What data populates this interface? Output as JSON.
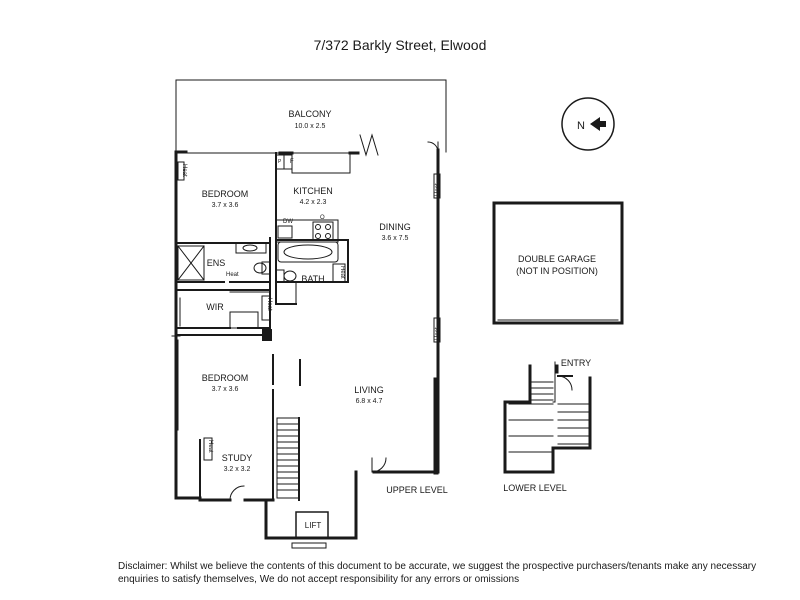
{
  "title": "7/372 Barkly Street, Elwood",
  "rooms": {
    "balcony": {
      "name": "BALCONY",
      "size": "10.0 x 2.5"
    },
    "bedroom1": {
      "name": "BEDROOM",
      "size": "3.7 x 3.6"
    },
    "kitchen": {
      "name": "KITCHEN",
      "size": "4.2 x 2.3"
    },
    "dining": {
      "name": "DINING",
      "size": "3.6 x 7.5"
    },
    "ens": {
      "name": "ENS"
    },
    "bath": {
      "name": "BATH"
    },
    "wir": {
      "name": "WIR"
    },
    "bedroom2": {
      "name": "BEDROOM",
      "size": "3.7 x 3.6"
    },
    "living": {
      "name": "LIVING",
      "size": "6.8 x 4.7"
    },
    "study": {
      "name": "STUDY",
      "size": "3.2 x 3.2"
    },
    "lift": {
      "name": "LIFT"
    },
    "garage": {
      "name": "DOUBLE GARAGE",
      "note": "(NOT IN POSITION)"
    }
  },
  "fixtures": {
    "heat": "Heat",
    "dw": "DW",
    "f": "F",
    "p": "P",
    "o": "O"
  },
  "levels": {
    "upper": "UPPER LEVEL",
    "lower": "LOWER LEVEL",
    "entry": "ENTRY"
  },
  "compass": {
    "label": "N"
  },
  "disclaimer": {
    "line1": "Disclaimer: Whilst we believe the contents of this document to be accurate, we suggest the prospective purchasers/tenants make any necessary",
    "line2": "enquiries to satisfy themselves, We do not accept responsibility for any errors or omissions"
  }
}
